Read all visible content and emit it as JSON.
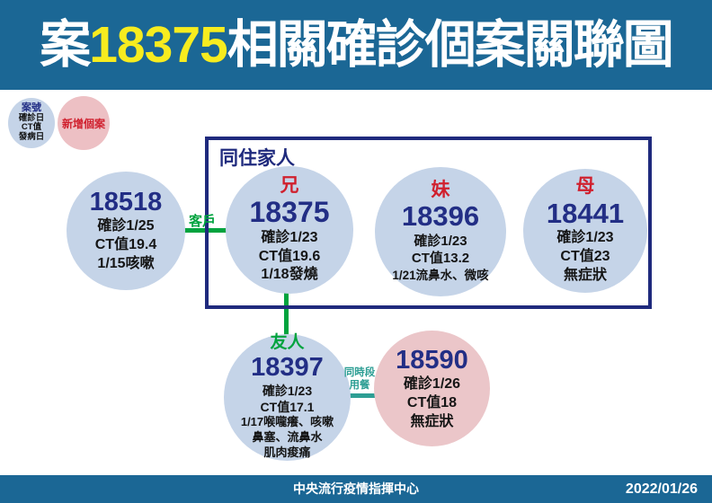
{
  "title": {
    "prefix": "案",
    "highlight": "18375",
    "suffix": "相關確診個案關聯圖"
  },
  "legend": {
    "key": {
      "id_label": "案號",
      "lines": [
        "確診日",
        "CT值",
        "發病日"
      ]
    },
    "new_case_label": "新增個案"
  },
  "household": {
    "label": "同住家人"
  },
  "cases": {
    "c18518": {
      "id": "18518",
      "lines": [
        "確診1/25",
        "CT值19.4",
        "1/15咳嗽"
      ]
    },
    "brother": {
      "relation": "兄",
      "id": "18375",
      "lines": [
        "確診1/23",
        "CT值19.6",
        "1/18發燒"
      ]
    },
    "sister": {
      "relation": "妹",
      "id": "18396",
      "lines": [
        "確診1/23",
        "CT值13.2",
        "1/21流鼻水、微咳"
      ]
    },
    "mother": {
      "relation": "母",
      "id": "18441",
      "lines": [
        "確診1/23",
        "CT值23",
        "無症狀"
      ]
    },
    "friend": {
      "relation": "友人",
      "id": "18397",
      "lines": [
        "確診1/23",
        "CT值17.1",
        "1/17喉嚨癢、咳嗽",
        "鼻塞、流鼻水",
        "肌肉痠痛"
      ]
    },
    "c18590": {
      "id": "18590",
      "lines": [
        "確診1/26",
        "CT值18",
        "無症狀"
      ]
    }
  },
  "connections": {
    "customer_label": "客戶",
    "dining_label_line1": "同時段",
    "dining_label_line2": "用餐"
  },
  "footer": {
    "org": "中央流行疫情指揮中心",
    "date": "2022/01/26"
  },
  "colors": {
    "header_blue": "#1B6795",
    "navy": "#222E85",
    "box_navy": "#1F2A7D",
    "red": "#D0202E",
    "green": "#00A33E",
    "teal": "#2D9E94",
    "circle_blue": "#C5D4E8",
    "circle_pink": "#EBC6C9",
    "highlight_yellow": "#F7EC1F"
  }
}
